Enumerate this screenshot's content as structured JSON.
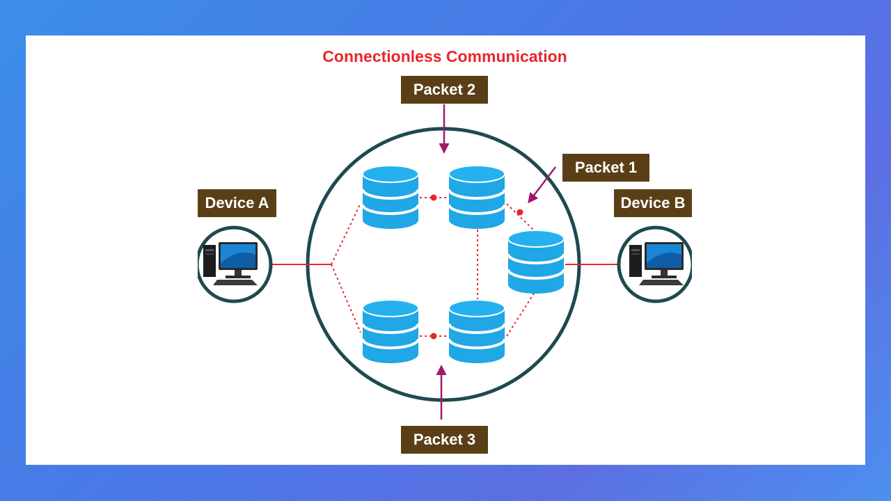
{
  "title": "Connectionless Communication",
  "labels": {
    "packet_1": "Packet 1",
    "packet_2": "Packet 2",
    "packet_3": "Packet 3",
    "device_a": "Device A",
    "device_b": "Device B"
  },
  "colors": {
    "background_start": "#3b8ee8",
    "background_end": "#5c6fe2",
    "title": "#e8262b",
    "label_bg": "#5a3f16",
    "ring": "#1e4a4f",
    "database": "#1fa7e6",
    "link": "#e8262b",
    "arrow": "#a0196e"
  },
  "icons": {
    "node": "database-icon",
    "device": "desktop-computer-icon"
  }
}
